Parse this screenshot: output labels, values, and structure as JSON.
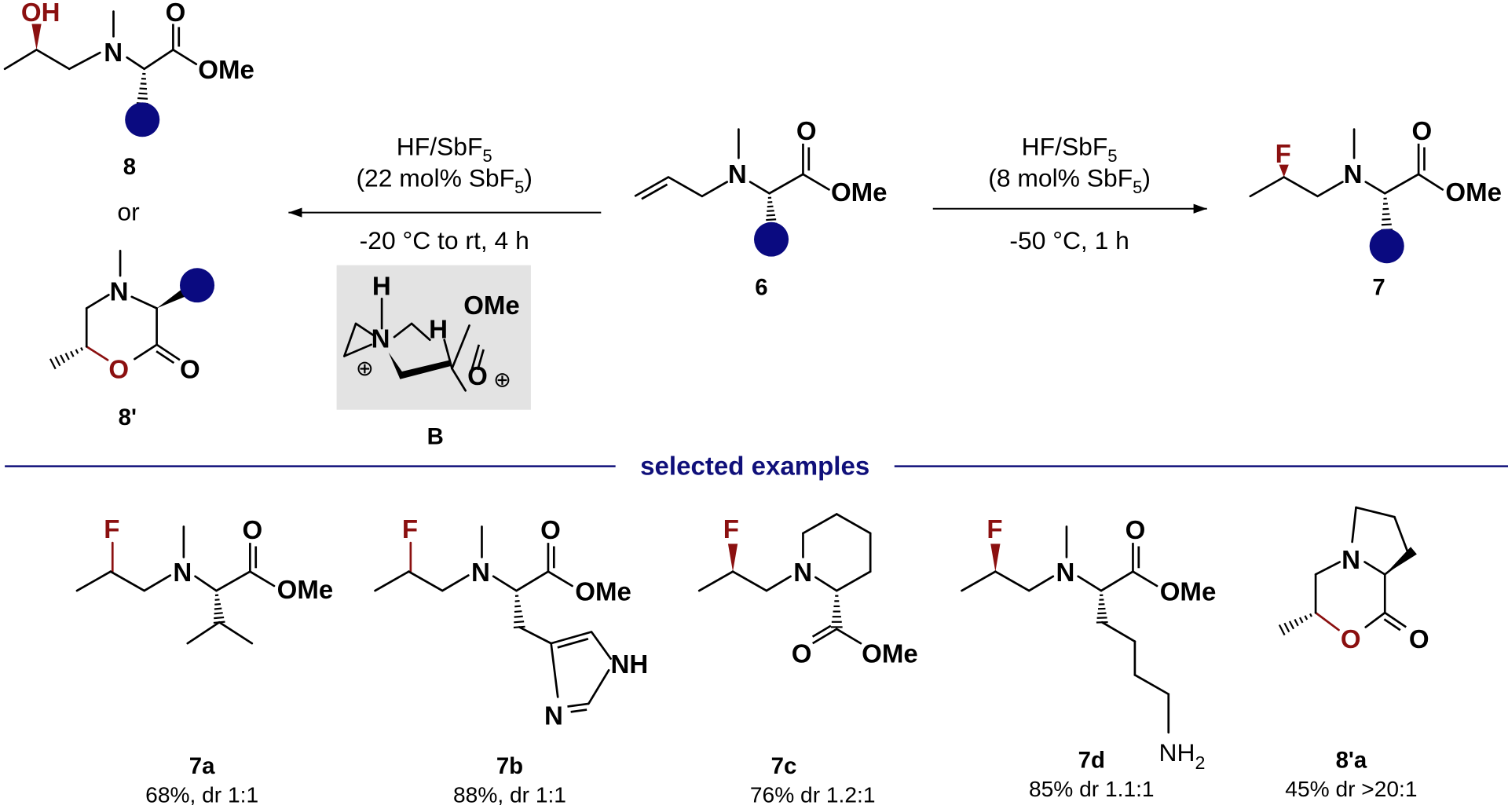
{
  "colors": {
    "heteroatom": "#8b1010",
    "substituent": "#0a0a80",
    "divider": "#10107a",
    "box": "#e3e3e3"
  },
  "atoms": {
    "OH": "OH",
    "N": "N",
    "O": "O",
    "OMe": "OMe",
    "F": "F",
    "H": "H",
    "NH": "NH",
    "NH2": "NH",
    "NH2_sub": "2",
    "plus": "⊕"
  },
  "compounds": {
    "c8": "8",
    "or": "or",
    "c8p": "8'",
    "c6": "6",
    "c7": "7",
    "B": "B"
  },
  "reaction_left": {
    "line1": "HF/SbF",
    "line1_sub": "5",
    "line2": "(22 mol% SbF",
    "line2_sub": "5",
    "line2_end": ")",
    "line3": "-20 °C to rt, 4 h"
  },
  "reaction_right": {
    "line1": "HF/SbF",
    "line1_sub": "5",
    "line2": "(8 mol% SbF",
    "line2_sub": "5",
    "line2_end": ")",
    "line3": "-50 °C, 1 h"
  },
  "section_title": "selected examples",
  "examples": [
    {
      "id": "7a",
      "yield": "68%, dr 1:1"
    },
    {
      "id": "7b",
      "yield": "88%, dr 1:1"
    },
    {
      "id": "7c",
      "yield": "76% dr 1.2:1"
    },
    {
      "id": "7d",
      "yield": "85% dr 1.1:1"
    },
    {
      "id": "8'a",
      "yield": "45% dr >20:1"
    }
  ]
}
